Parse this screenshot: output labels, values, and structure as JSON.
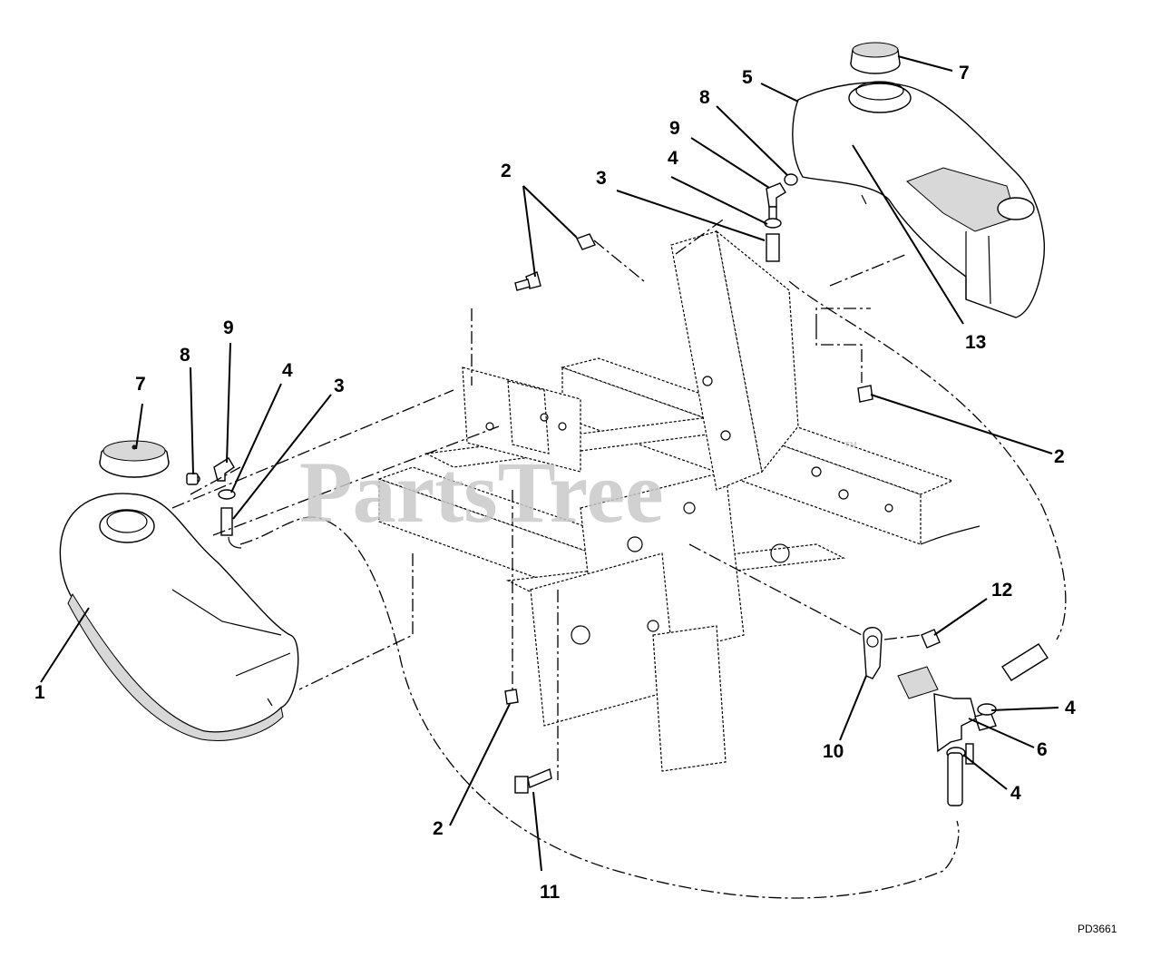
{
  "watermark": {
    "text": "PartsTree",
    "trademark": "™"
  },
  "drawing_code": "PD3661",
  "callouts": [
    {
      "id": "c1",
      "label": "1"
    },
    {
      "id": "c2a",
      "label": "2"
    },
    {
      "id": "c2b",
      "label": "2"
    },
    {
      "id": "c2c",
      "label": "2"
    },
    {
      "id": "c3a",
      "label": "3"
    },
    {
      "id": "c3b",
      "label": "3"
    },
    {
      "id": "c4a",
      "label": "4"
    },
    {
      "id": "c4b",
      "label": "4"
    },
    {
      "id": "c4c",
      "label": "4"
    },
    {
      "id": "c4d",
      "label": "4"
    },
    {
      "id": "c5",
      "label": "5"
    },
    {
      "id": "c6",
      "label": "6"
    },
    {
      "id": "c7a",
      "label": "7"
    },
    {
      "id": "c7b",
      "label": "7"
    },
    {
      "id": "c8a",
      "label": "8"
    },
    {
      "id": "c8b",
      "label": "8"
    },
    {
      "id": "c9a",
      "label": "9"
    },
    {
      "id": "c9b",
      "label": "9"
    },
    {
      "id": "c10",
      "label": "10"
    },
    {
      "id": "c11",
      "label": "11"
    },
    {
      "id": "c12",
      "label": "12"
    },
    {
      "id": "c13",
      "label": "13"
    }
  ],
  "colors": {
    "ink": "#000000",
    "watermark": "#c9c9c9",
    "background": "#ffffff"
  }
}
